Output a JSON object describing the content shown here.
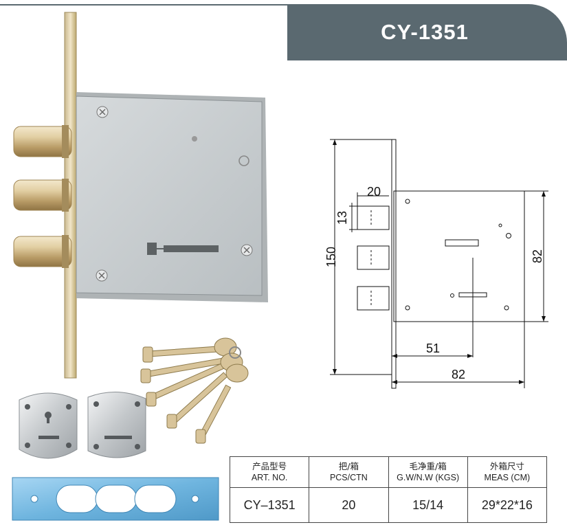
{
  "product": {
    "model_title": "CY-1351"
  },
  "drawing": {
    "dims": {
      "height": "150",
      "bolt_width": "20",
      "bolt_height": "13",
      "case_height": "82",
      "backset": "51",
      "case_width": "82"
    }
  },
  "spec_table": {
    "headers": [
      {
        "cn": "产品型号",
        "en": "ART. NO."
      },
      {
        "cn": "把/箱",
        "en": "PCS/CTN"
      },
      {
        "cn": "毛净重/箱",
        "en": "G.W/N.W (KGS)"
      },
      {
        "cn": "外箱尺寸",
        "en": "MEAS (CM)"
      }
    ],
    "row": [
      "CY–1351",
      "20",
      "15/14",
      "29*22*16"
    ]
  },
  "colors": {
    "header_bar": "#5a6970",
    "lock_case": "#c9ced1",
    "brass": "#d8c49a",
    "strike_plate": "#6fb5df"
  }
}
